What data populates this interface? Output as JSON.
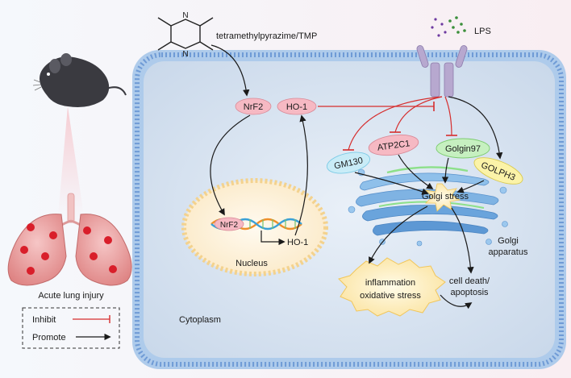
{
  "labels": {
    "drug": "tetramethylpyrazime/TMP",
    "lps": "LPS",
    "nrf2": "NrF2",
    "ho1": "HO-1",
    "gm130": "GM130",
    "atp2c1": "ATP2C1",
    "golgin97": "Golgin97",
    "golph3": "GOLPH3",
    "golgi_stress": "Golgi stress",
    "golgi_apparatus_line1": "Golgi",
    "golgi_apparatus_line2": "apparatus",
    "nucleus": "Nucleus",
    "nucleus_nrf2": "NrF2",
    "nucleus_ho1": "HO-1",
    "inflammation_line1": "inflammation",
    "inflammation_line2": "oxidative stress",
    "cell_death_line1": "cell death/",
    "cell_death_line2": "apoptosis",
    "cytoplasm": "Cytoplasm",
    "acute_lung_injury": "Acute lung injury",
    "pyrazine_n": "N"
  },
  "legend": {
    "inhibit": "Inhibit",
    "promote": "Promote"
  },
  "colors": {
    "inhibit": "#d62d2d",
    "promote": "#1a1a1a",
    "membrane": "#7fa6d8",
    "cytoplasm": "#d6e2f0",
    "nucleus_fill": "#fbf1d8",
    "nucleus_border": "#f0cf8a",
    "nrf2_pill": "#f6b9c3",
    "gm130_pill": "#c9ecf7",
    "atp2c1_pill": "#f6b9c3",
    "golgin97_pill": "#c6f0c0",
    "golph3_pill": "#fbf3a8",
    "golgi": "#7fb3e3",
    "receptor": "#b7a8cf",
    "lung": "#e88c8c"
  }
}
